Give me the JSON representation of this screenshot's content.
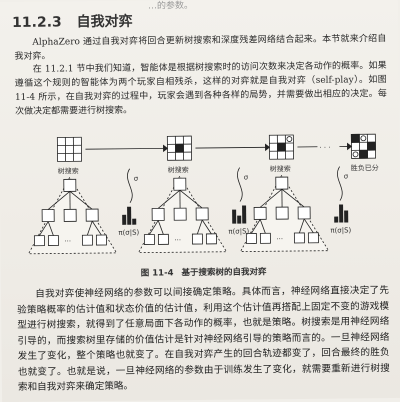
{
  "top_fragment": "…的参数。",
  "section": {
    "number": "11.2.3",
    "title": "自我对弈"
  },
  "para1": "AlphaZero 通过自我对弈将回合更新树搜索和深度残差网络结合起来。本节就来介绍自我对弈。",
  "para2": "在 11.2.1 节中我们知道，智能体是根据树搜索时的访问次数来决定各动作的概率。如果遵循这个规则的智能体为两个玩家自相残杀，这样的对弈就是自我对弈（self-play）。如图 11-4 所示，在自我对弈的过程中，玩家会遇到各种各样的局势，并需要做出相应的决定。每次做决定都需要进行树搜索。",
  "figure": {
    "tree_search_label": "树搜索",
    "sigma_label": "σ",
    "pi_label": "π(σ|S)",
    "result_label": "胜负已分",
    "dots": "· · ·",
    "row_dots": "···"
  },
  "caption": {
    "number": "图 11-4",
    "text": "基于搜索树的自我对弈"
  },
  "para3": "自我对弈使神经网络的参数可以间接确定策略。具体而言，神经网络直接决定了先验策略概率的估计值和状态价值的估计值，利用这个估计值再搭配上固定不变的游戏模型进行树搜索，就得到了任意局面下各动作的概率，也就是策略。树搜索是用神经网络引导的，而搜索树里存储的价值估计是针对神经网络引导的策略而言的。一旦神经网络发生了变化，整个策略也就变了。在自我对弈产生的回合轨迹都变了，回合最终的胜负也就变了。也就是说，一旦神经网络的参数由于训练发生了变化，就需要重新进行树搜索和自我对弈来确定策略。"
}
